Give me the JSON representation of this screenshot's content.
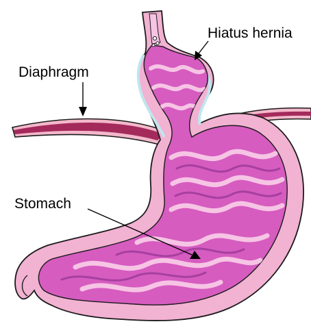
{
  "labels": {
    "hiatus_hernia": "Hiatus hernia",
    "diaphragm": "Diaphragm",
    "stomach": "Stomach"
  },
  "colors": {
    "outer_wall": "#f2b2d2",
    "mucosa": "#d65cc0",
    "fold_light": "#f6c4e4",
    "fold_dark": "#a63fa0",
    "diaphragm_muscle": "#a42a5c",
    "diaphragm_sheath": "#f3b8cb",
    "membrane": "#bfe6ee",
    "outline": "#1a1a1a"
  }
}
